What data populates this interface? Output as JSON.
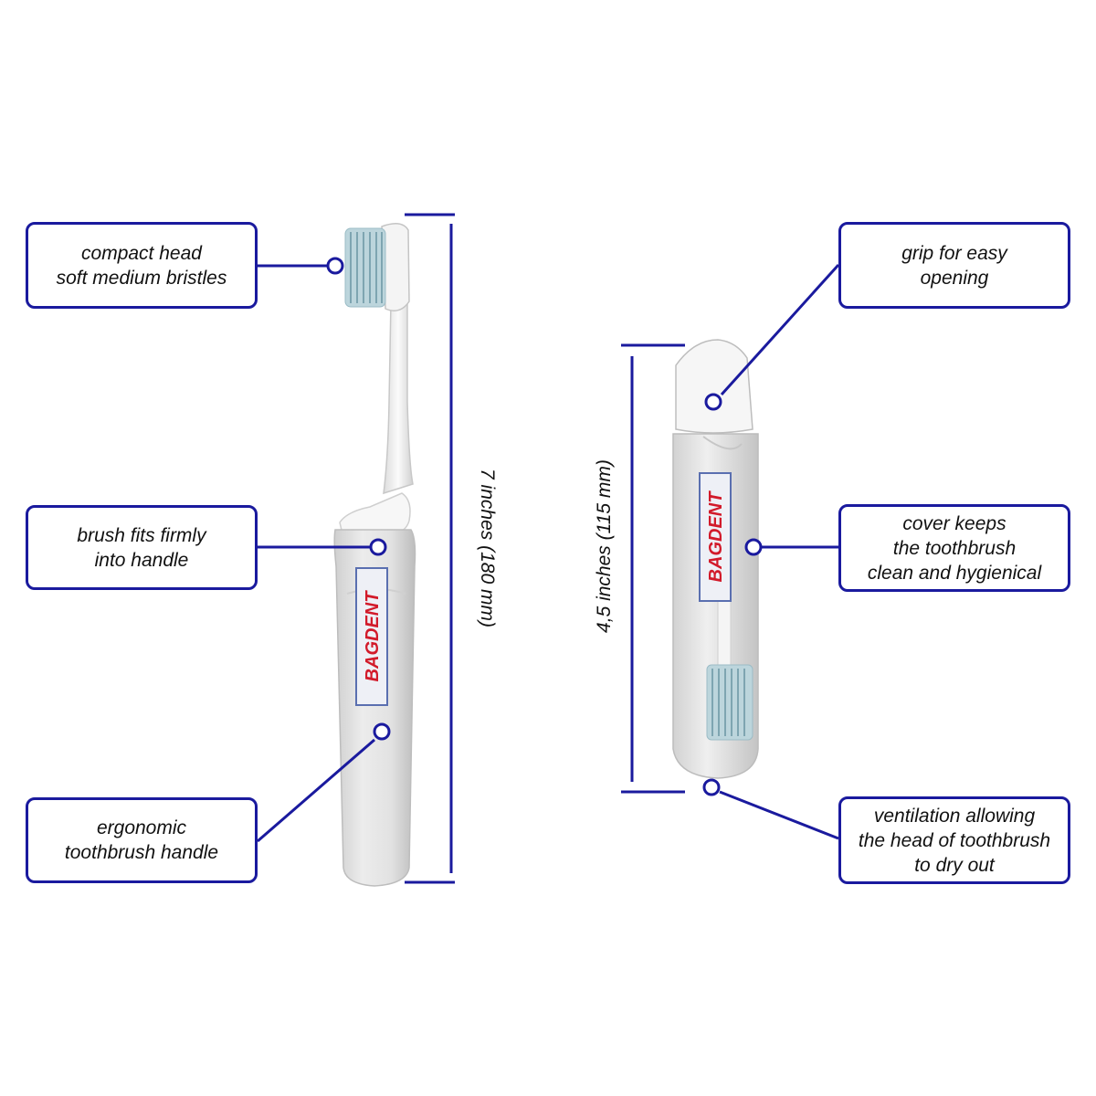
{
  "brand_label": "BAGDENT",
  "colors": {
    "callout_border": "#1a1a9e",
    "leader_line": "#1a1a9e",
    "dimension_line": "#1a1a9e",
    "brand_text": "#d21a2a",
    "brand_border": "#5a6fb0",
    "bristles": "#a9c9d3",
    "handle_body": "#e3e3e3",
    "background": "#ffffff"
  },
  "left_figure": {
    "dimension_label": "7 inches (180 mm)",
    "callouts": [
      {
        "id": "compact-head",
        "lines": [
          "compact head",
          "soft medium bristles"
        ]
      },
      {
        "id": "brush-fits",
        "lines": [
          "brush fits firmly",
          "into handle"
        ]
      },
      {
        "id": "ergonomic-handle",
        "lines": [
          "ergonomic",
          "toothbrush handle"
        ]
      }
    ]
  },
  "right_figure": {
    "dimension_label": "4,5 inches (115 mm)",
    "callouts": [
      {
        "id": "grip",
        "lines": [
          "grip for easy",
          "opening"
        ]
      },
      {
        "id": "cover",
        "lines": [
          "cover keeps",
          "the toothbrush",
          "clean and hygienical"
        ]
      },
      {
        "id": "ventilation",
        "lines": [
          "ventilation allowing",
          "the head of toothbrush",
          "to dry out"
        ]
      }
    ]
  }
}
